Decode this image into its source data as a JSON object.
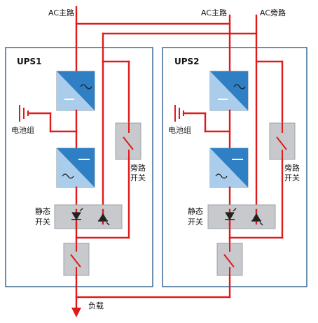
{
  "ups1": {
    "title": "UPS1",
    "ac_main_label": "AC主路",
    "battery_label": "电池组",
    "bypass_switch_label_line1": "旁路",
    "bypass_switch_label_line2": "开关",
    "static_switch_label_line1": "静态",
    "static_switch_label_line2": "开关"
  },
  "ups2": {
    "title": "UPS2",
    "ac_main_label": "AC主路",
    "ac_bypass_label": "AC旁路",
    "battery_label": "电池组",
    "bypass_switch_label_line1": "旁路",
    "bypass_switch_label_line2": "开关",
    "static_switch_label_line1": "静态",
    "static_switch_label_line2": "开关"
  },
  "load_label": "负载",
  "colors": {
    "wire": "#e01a1a",
    "panel_border": "#2f5f8f",
    "converter_blue": "#2f7fc4",
    "converter_light": "#a9cdea",
    "box_gray": "#c7c9cc"
  }
}
